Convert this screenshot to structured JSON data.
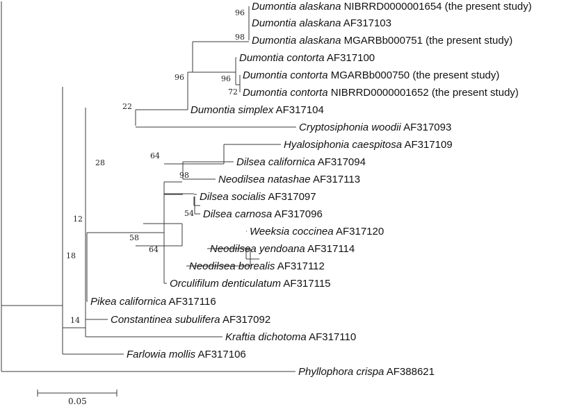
{
  "taxa": [
    {
      "species": "Dumontia alaskana",
      "accession": "NIBRRD0000001654",
      "note": "(the present study)"
    },
    {
      "species": "Dumontia alaskana",
      "accession": "AF317103",
      "note": ""
    },
    {
      "species": "Dumontia alaskana",
      "accession": "MGARBb000751",
      "note": "(the present study)"
    },
    {
      "species": "Dumontia contorta",
      "accession": "AF317100",
      "note": ""
    },
    {
      "species": "Dumontia contorta",
      "accession": "MGARBb000750",
      "note": "(the present study)"
    },
    {
      "species": "Dumontia contorta",
      "accession": "NIBRRD0000001652",
      "note": "(the present study)"
    },
    {
      "species": "Dumontia simplex",
      "accession": "AF317104",
      "note": ""
    },
    {
      "species": "Cryptosiphonia woodii",
      "accession": "AF317093",
      "note": ""
    },
    {
      "species": "Hyalosiphonia caespitosa",
      "accession": "AF317109",
      "note": ""
    },
    {
      "species": "Dilsea californica",
      "accession": "AF317094",
      "note": ""
    },
    {
      "species": "Neodilsea natashae",
      "accession": "AF317113",
      "note": ""
    },
    {
      "species": "Dilsea socialis",
      "accession": "AF317097",
      "note": ""
    },
    {
      "species": "Dilsea carnosa",
      "accession": "AF317096",
      "note": ""
    },
    {
      "species": "Weeksia coccinea",
      "accession": "AF317120",
      "note": ""
    },
    {
      "species": "Neodilsea yendoana",
      "accession": "AF317114",
      "note": ""
    },
    {
      "species": "Neodilsea borealis",
      "accession": "AF317112",
      "note": ""
    },
    {
      "species": "Orculifilum denticulatum",
      "accession": "AF317115",
      "note": ""
    },
    {
      "species": "Pikea californica",
      "accession": "AF317116",
      "note": ""
    },
    {
      "species": "Constantinea subulifera",
      "accession": "AF317092",
      "note": ""
    },
    {
      "species": "Kraftia dichotoma",
      "accession": "AF317110",
      "note": ""
    },
    {
      "species": "Farlowia mollis",
      "accession": "AF317106",
      "note": ""
    },
    {
      "species": "Phyllophora crispa",
      "accession": "AF388621",
      "note": ""
    }
  ],
  "bootstrap": [
    "96",
    "98",
    "96",
    "96",
    "72",
    "22",
    "64",
    "98",
    "54",
    "28",
    "58",
    "64",
    "12",
    "18",
    "14"
  ],
  "scale_bar": {
    "label": "0.05"
  }
}
